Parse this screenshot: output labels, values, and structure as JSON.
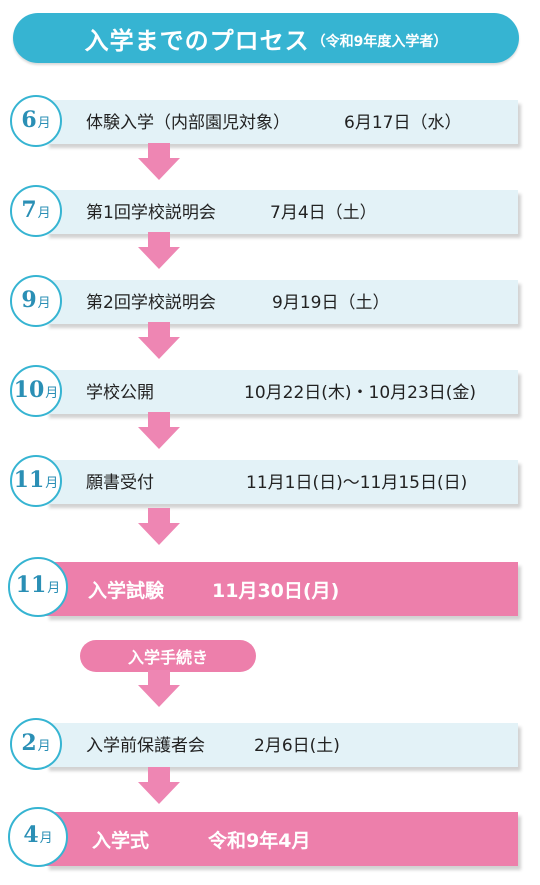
{
  "header": {
    "title": "入学までのプロセス",
    "subtitle": "（令和9年度入学者）"
  },
  "month_unit": "月",
  "procedure_label": "入学手続き",
  "events": [
    {
      "month": "6",
      "label": "体験入学（内部園児対象）",
      "date": "6月17日（水）"
    },
    {
      "month": "7",
      "label": "第1回学校説明会",
      "date": "7月4日（土）"
    },
    {
      "month": "9",
      "label": "第2回学校説明会",
      "date": "9月19日（土）"
    },
    {
      "month": "10",
      "label": "学校公開",
      "date": "10月22日(木)・10月23日(金)"
    },
    {
      "month": "11",
      "label": "願書受付",
      "date": "11月1日(日)～11月15日(日)"
    },
    {
      "month": "11",
      "label": "入学試験",
      "date": "11月30日(月)"
    },
    {
      "month": "2",
      "label": "入学前保護者会",
      "date": "2月6日(土)"
    },
    {
      "month": "4",
      "label": "入学式",
      "date": "令和9年4月"
    }
  ],
  "colors": {
    "accent_blue": "#36b4d2",
    "pink": "#ed7fab",
    "light_bar": "#e3f2f7",
    "arrow_pink": "#ee86b3"
  }
}
